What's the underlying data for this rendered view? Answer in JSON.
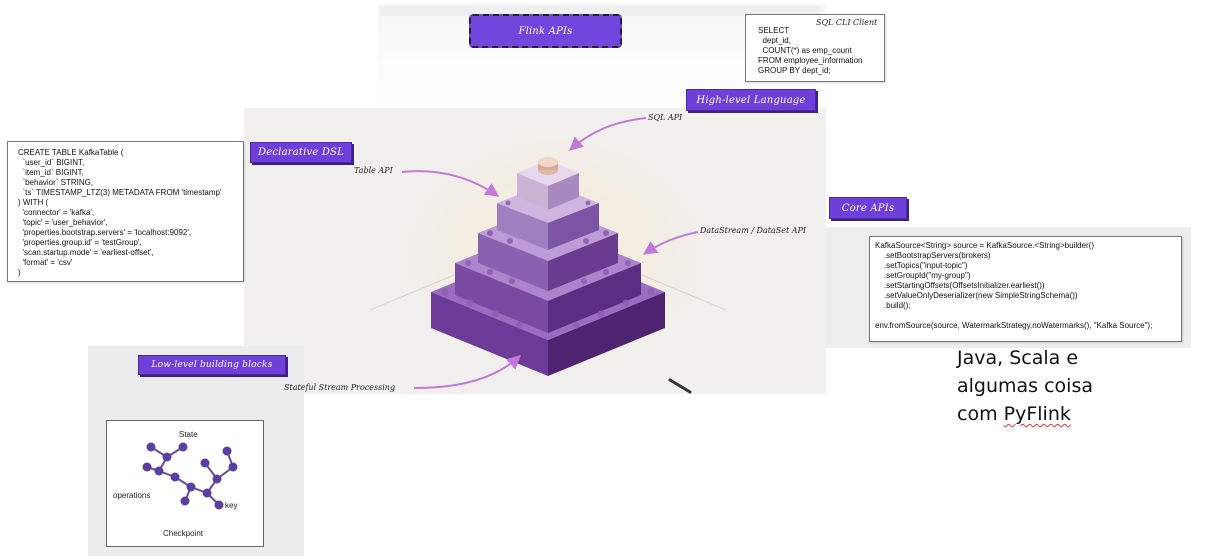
{
  "title": "Flink APIs",
  "tags": {
    "high_level": "High-level Language",
    "declarative": "Declarative DSL",
    "core": "Core APIs",
    "low_level": "Low-level building blocks"
  },
  "annotations": {
    "sql_api": "SQL API",
    "table_api": "Table API",
    "datastream_api": "DataStream / DataSet API",
    "stateful": "Stateful Stream Processing"
  },
  "sql_box": {
    "title": "SQL CLI Client",
    "code": "SELECT\n  dept_id,\n  COUNT(*) as emp_count\nFROM employee_information\nGROUP BY dept_id;"
  },
  "table_box": {
    "code": "CREATE TABLE KafkaTable (\n  `user_id` BIGINT,\n  `item_id` BIGINT,\n  `behavior` STRING,\n  `ts` TIMESTAMP_LTZ(3) METADATA FROM 'timestamp'\n) WITH (\n  'connector' = 'kafka',\n  'topic' = 'user_behavior',\n  'properties.bootstrap.servers' = 'localhost:9092',\n  'properties.group.id' = 'testGroup',\n  'scan.startup.mode' = 'earliest-offset',\n  'format' = 'csv'\n)"
  },
  "core_box": {
    "code": "KafkaSource<String> source = KafkaSource.<String>builder()\n    .setBootstrapServers(brokers)\n    .setTopics(\"input-topic\")\n    .setGroupId(\"my-group\")\n    .setStartingOffsets(OffsetsInitializer.earliest())\n    .setValueOnlyDeserializer(new SimpleStringSchema())\n    .build();\n\nenv.fromSource(source, WatermarkStrategy.noWatermarks(), \"Kafka Source\");"
  },
  "low_level": {
    "state": "State",
    "operations": "operations",
    "key": "key",
    "checkpoint": "Checkpoint"
  },
  "note": {
    "line1": "Java, Scala e",
    "line2": "algumas coisa",
    "line3_prefix": "com ",
    "line3_word": "PyFlink"
  },
  "colors": {
    "accent": "#6f3fd9",
    "pyramid_light": "#c7aedf",
    "pyramid_dark": "#5e2f86",
    "arrow": "#c17ad9"
  }
}
